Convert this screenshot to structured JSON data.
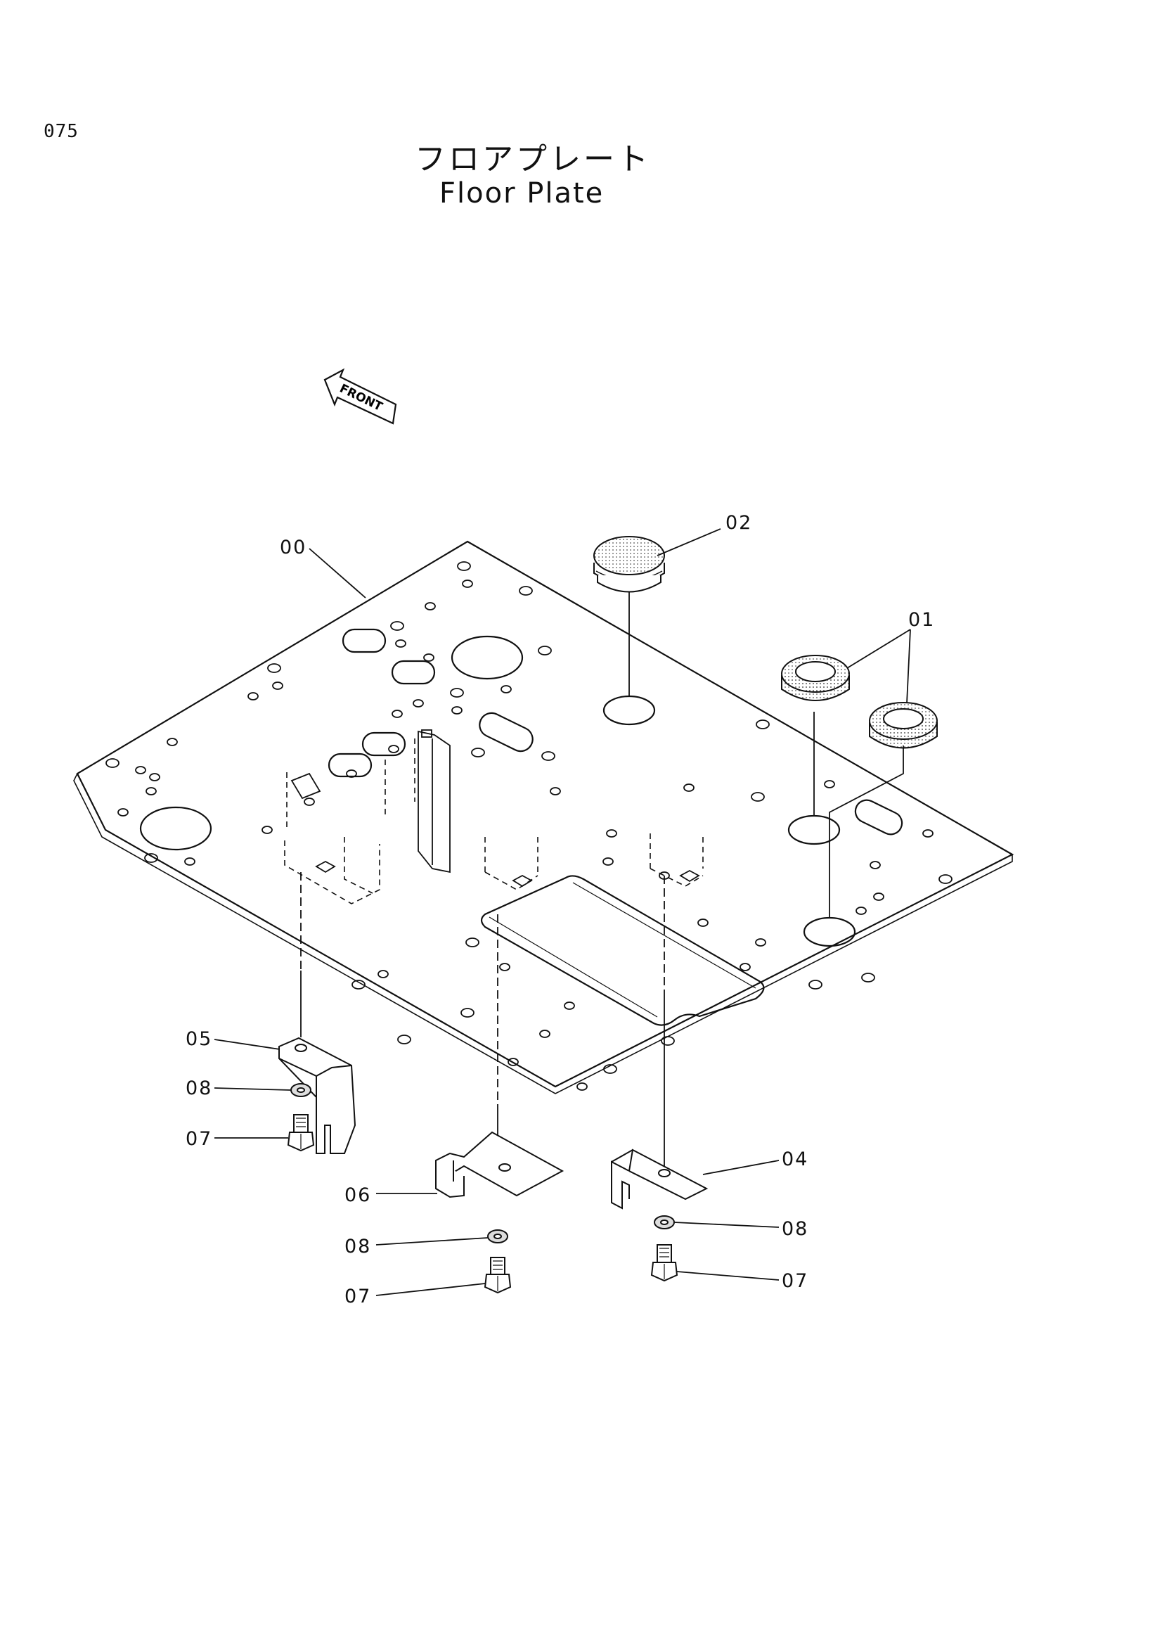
{
  "page": {
    "number": "075"
  },
  "title": {
    "japanese": "フロアプレート",
    "english": "Floor Plate"
  },
  "front_arrow": {
    "label": "FRONT"
  },
  "callouts": {
    "c00": "00",
    "c01": "01",
    "c02": "02",
    "c04": "04",
    "c05": "05",
    "c06": "06",
    "c07a": "07",
    "c07b": "07",
    "c07c": "07",
    "c08a": "08",
    "c08b": "08",
    "c08c": "08"
  }
}
